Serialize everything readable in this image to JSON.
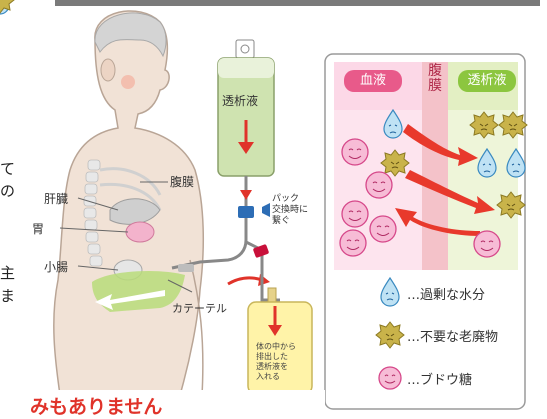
{
  "labels": {
    "peritoneum_body": "腹膜",
    "liver": "肝臓",
    "stomach": "胃",
    "small_intestine": "小腸",
    "catheter": "カテーテル",
    "bag_note": "パック\n交換時に\n繋ぐ",
    "dialysate_bag": "透析液",
    "drain_bag": "体の中から\n排出した\n透析液を\n入れる"
  },
  "panel": {
    "blood_label": "血液",
    "peritoneum_label": "腹膜",
    "dialysate_label": "透析液"
  },
  "legend": [
    {
      "icon": "water-drop-icon",
      "text": "…過剰な水分"
    },
    {
      "icon": "waste-particle-icon",
      "text": "…不要な老廃物"
    },
    {
      "icon": "glucose-face-icon",
      "text": "…ブドウ糖"
    }
  ],
  "edge_text": {
    "left_fragments": [
      "て",
      "の",
      "主",
      "ま"
    ],
    "bottom_banner": "みもありません"
  },
  "colors": {
    "blood_pink": "#e85a8a",
    "dialysate_green": "#8cc63f",
    "arrow_red": "#e0332a",
    "bag_green": "#cfe3b0",
    "bag_yellow": "#fff3a8"
  }
}
